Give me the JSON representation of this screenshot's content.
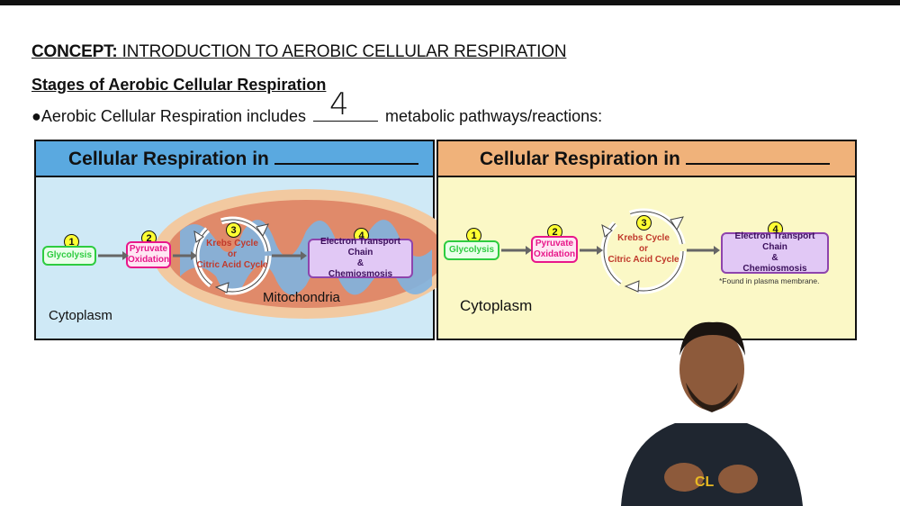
{
  "header": {
    "concept_label": "CONCEPT:",
    "concept_title": "INTRODUCTION TO AEROBIC CELLULAR RESPIRATION",
    "subheading": "Stages of Aerobic Cellular Respiration",
    "bullet_prefix": "●Aerobic Cellular Respiration includes",
    "bullet_answer": "4",
    "bullet_suffix": "metabolic pathways/reactions:"
  },
  "left_panel": {
    "title": "Cellular Respiration in",
    "header_color": "#5aa9e0",
    "body_color": "#cfe9f6",
    "steps": [
      {
        "num": "1",
        "label": "Glycolysis"
      },
      {
        "num": "2",
        "label": "Pyruvate Oxidation"
      },
      {
        "num": "3",
        "label_line1": "Krebs Cycle",
        "label_line2": "or",
        "label_line3": "Citric Acid Cycle"
      },
      {
        "num": "4",
        "label_line1": "Electron Transport Chain",
        "label_line2": "&",
        "label_line3": "Chemiosmosis"
      }
    ],
    "organelle_label": "Mitochondria",
    "region_label": "Cytoplasm"
  },
  "right_panel": {
    "title": "Cellular Respiration in",
    "header_color": "#f0b27a",
    "body_color": "#fbf8c6",
    "steps": [
      {
        "num": "1",
        "label": "Glycolysis"
      },
      {
        "num": "2",
        "label": "Pyruvate Oxidation"
      },
      {
        "num": "3",
        "label_line1": "Krebs Cycle",
        "label_line2": "or",
        "label_line3": "Citric Acid Cycle"
      },
      {
        "num": "4",
        "label_line1": "Electron Transport Chain",
        "label_line2": "&",
        "label_line3": "Chemiosmosis"
      }
    ],
    "footnote": "*Found in plasma membrane.",
    "region_label": "Cytoplasm"
  },
  "colors": {
    "glycolysis": "#2ecc40",
    "pyruvate": "#e8178a",
    "etc": "#8e44ad",
    "etc_fill": "#e1c8f5",
    "krebs_text": "#c0392b",
    "mito_outer": "#f2c9a0",
    "mito_inner": "#e08a6a"
  },
  "presenter": {
    "shirt_text": "CL"
  }
}
